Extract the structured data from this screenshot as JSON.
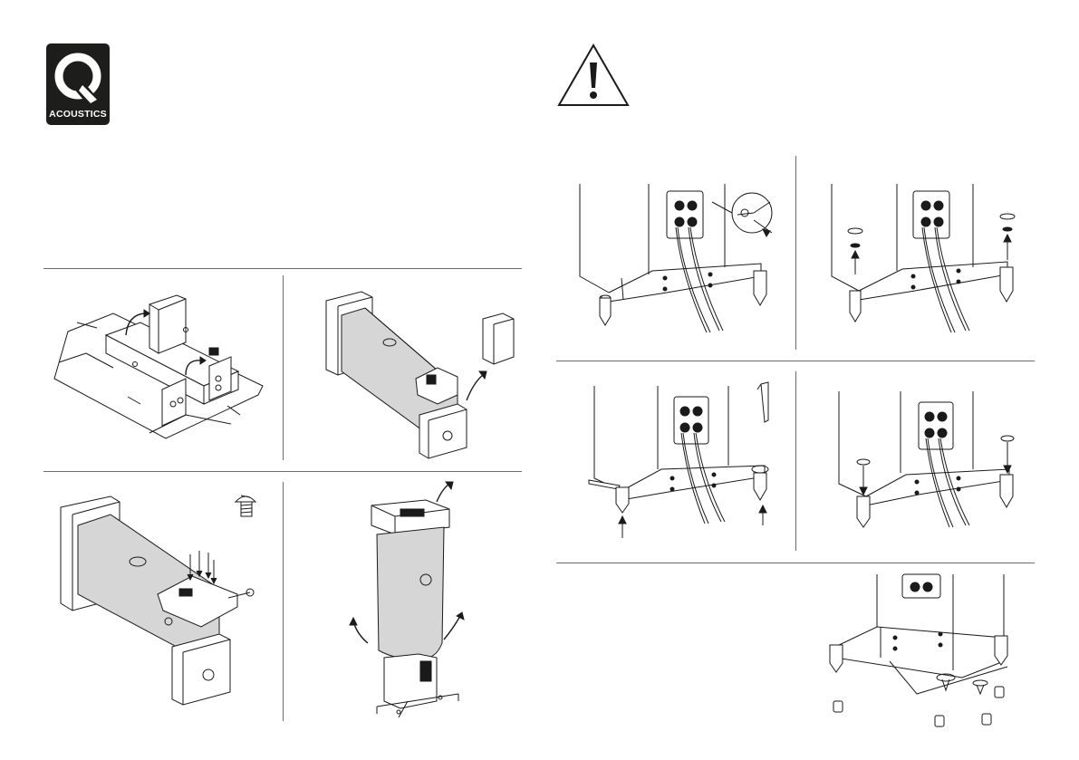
{
  "brand": {
    "logo_letter": "Q",
    "logo_text": "ACOUSTICS",
    "logo_bg": "#1d1d1b"
  },
  "warning": {
    "icon": "warning-triangle-icon",
    "symbol": "!"
  },
  "colors": {
    "line": "#1a1a1a",
    "bag_fill": "#d6d6d6",
    "rule": "#6d6d6d"
  },
  "figures": {
    "unpack_box": "box-unfold-illustration",
    "lift_speaker": "speaker-lift-illustration",
    "screw_plinth": "plinth-screw-illustration",
    "remove_bag": "bag-removal-illustration",
    "connect_cables": "cable-connect-illustration",
    "remove_caps": "cap-removal-illustration",
    "adjust_spikes": "spike-adjust-illustration",
    "fit_spikes": "spike-fit-illustration",
    "floor_protectors": "floor-protector-illustration"
  }
}
